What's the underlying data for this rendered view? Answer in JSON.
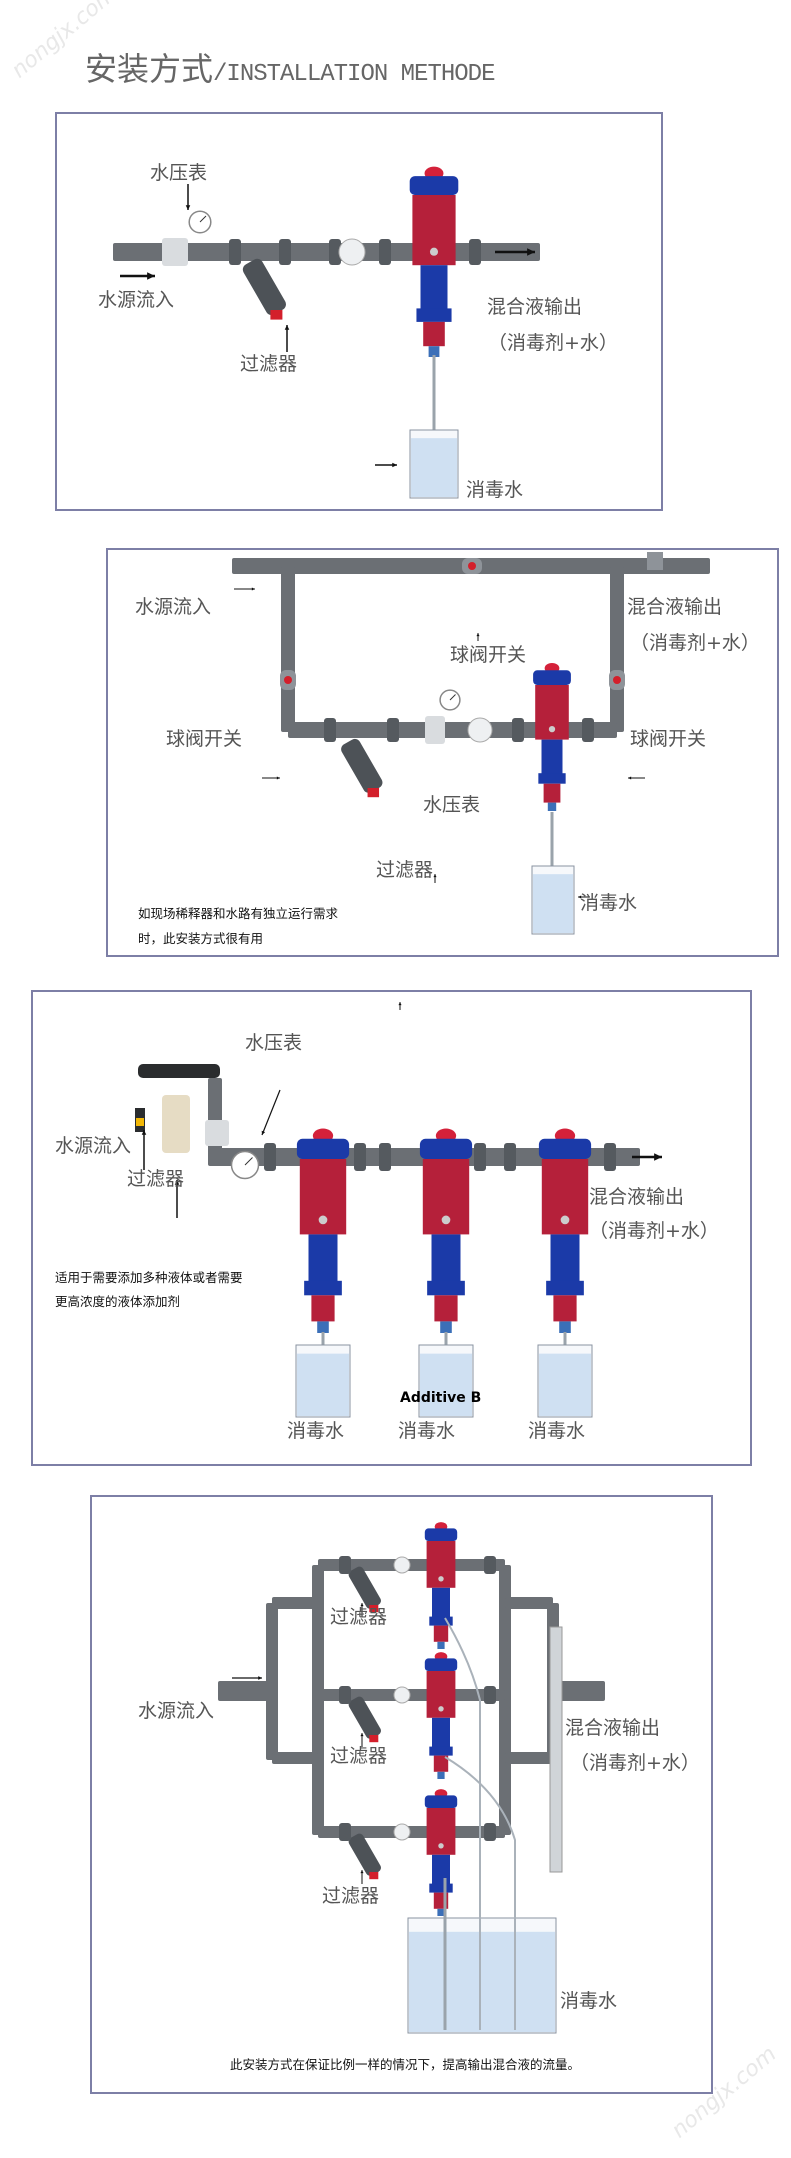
{
  "watermark": "nongjx.com",
  "title": {
    "cn": "安装方式",
    "en": "/INSTALLATION METHODE"
  },
  "colors": {
    "pump_red": "#b5203a",
    "pump_blue": "#1b3aa8",
    "pipe": "#6b6f74",
    "water": "#cfe0f2",
    "border": "#7d7fa6"
  },
  "panel1": {
    "pressure_gauge": "水压表",
    "water_inlet": "水源流入",
    "filter": "过滤器",
    "mixed_output": "混合液输出",
    "mixed_output_sub": "（消毒剂+水）",
    "disinfectant": "消毒水"
  },
  "panel2": {
    "water_inlet": "水源流入",
    "mixed_output": "混合液输出",
    "mixed_output_sub": "（消毒剂+水）",
    "ball_valve_top": "球阀开关",
    "ball_valve_left": "球阀开关",
    "ball_valve_right": "球阀开关",
    "pressure_gauge": "水压表",
    "filter": "过滤器",
    "disinfectant": "消毒水",
    "note_line1": "如现场稀释器和水路有独立运行需求",
    "note_line2": "时，此安装方式很有用"
  },
  "panel3": {
    "pressure_gauge": "水压表",
    "water_inlet": "水源流入",
    "filter": "过滤器",
    "mixed_output": "混合液输出",
    "mixed_output_sub": "（消毒剂+水）",
    "note_line1": "适用于需要添加多种液体或者需要",
    "note_line2": "更高浓度的液体添加剂",
    "tank_label": "Additive B",
    "disinfectant": [
      "消毒水",
      "消毒水",
      "消毒水"
    ]
  },
  "panel4": {
    "filter": [
      "过滤器",
      "过滤器",
      "过滤器"
    ],
    "water_inlet": "水源流入",
    "mixed_output": "混合液输出",
    "mixed_output_sub": "（消毒剂+水）",
    "disinfectant": "消毒水",
    "note": "此安装方式在保证比例一样的情况下，提高输出混合液的流量。"
  }
}
